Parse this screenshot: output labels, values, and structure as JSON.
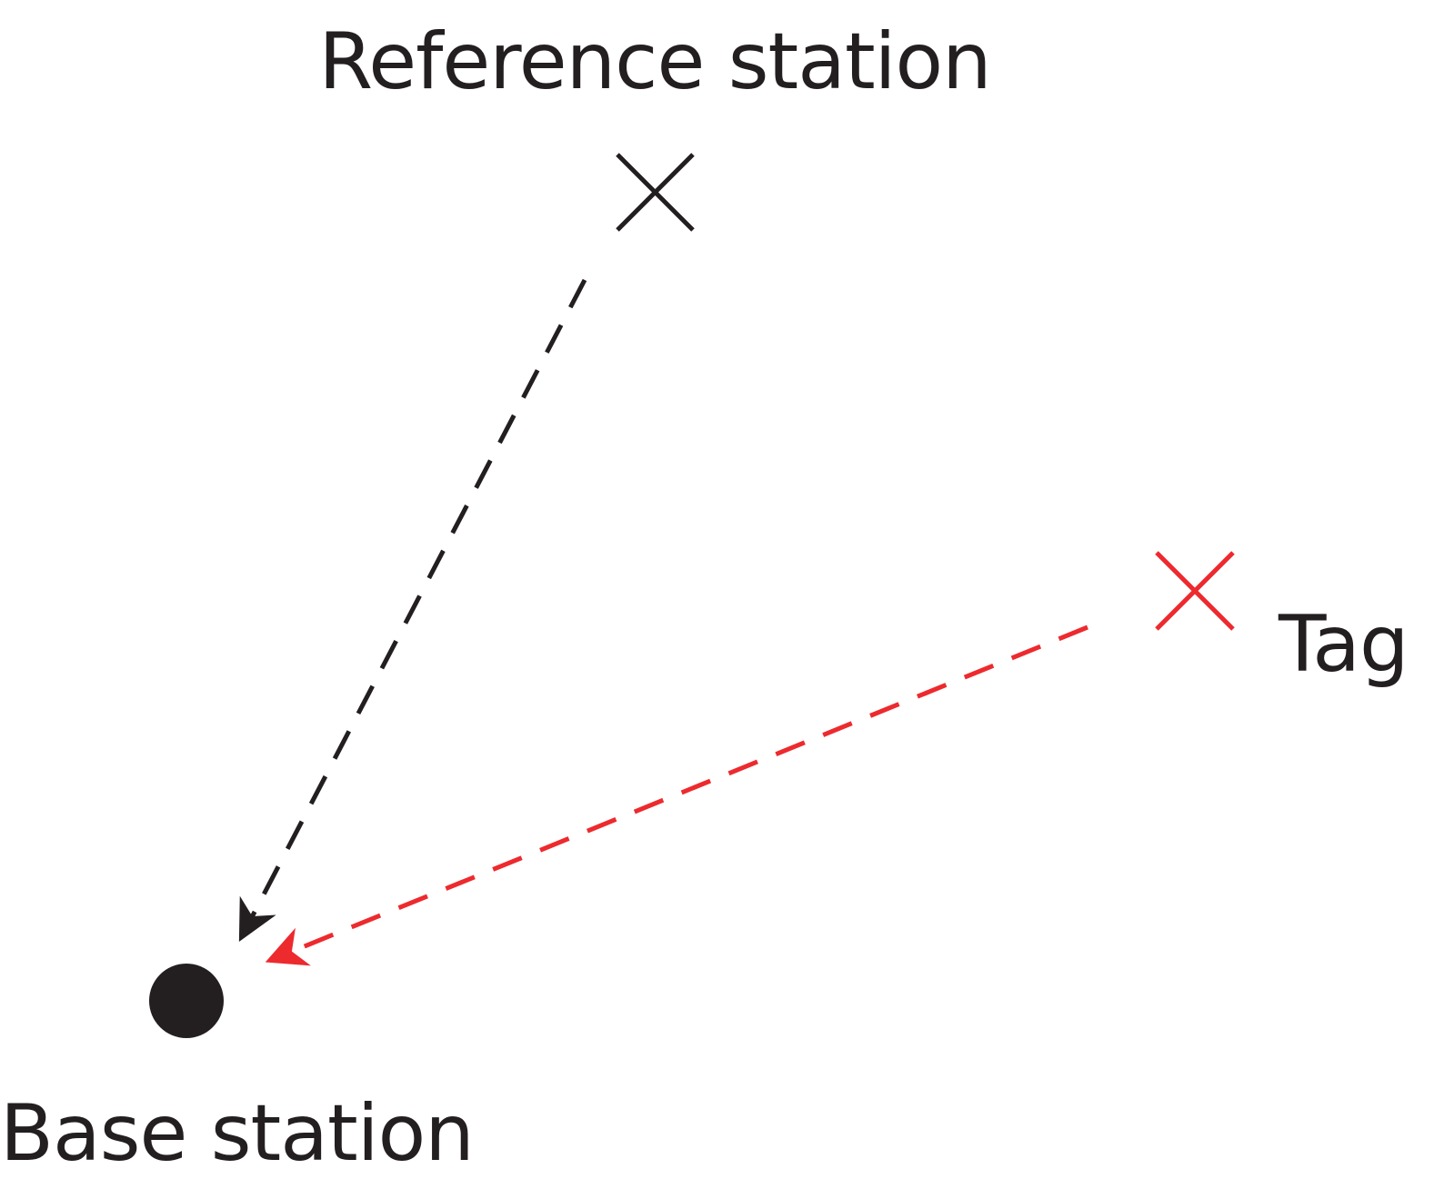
{
  "labels": {
    "reference_station": "Reference station",
    "tag": "Tag",
    "base_station": "Base station"
  },
  "colors": {
    "reference": "#231f20",
    "tag": "#ed2a2e",
    "base": "#231f20",
    "text": "#231f20"
  },
  "icons": {
    "reference_marker": "x-mark-icon",
    "tag_marker": "x-mark-icon",
    "base_marker": "filled-circle-icon",
    "arrow_head": "arrowhead-icon"
  }
}
